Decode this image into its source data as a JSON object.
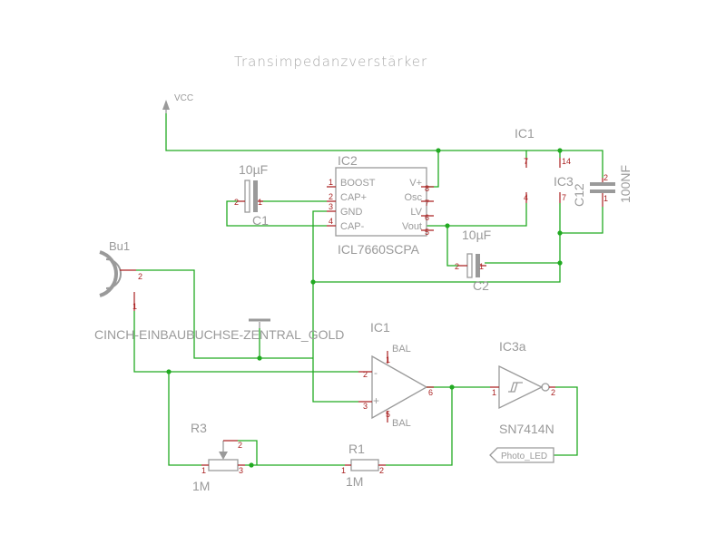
{
  "title": "Transimpedanzverstärker",
  "supply": {
    "label": "VCC"
  },
  "connector": {
    "ref": "Bu1",
    "value": "CINCH-EINBAUBUCHSE-ZENTRAL_GOLD",
    "pins": [
      "2",
      "1"
    ]
  },
  "ic2": {
    "ref": "IC2",
    "value": "ICL7660SCPA",
    "left_pins": [
      {
        "num": "1",
        "name": "BOOST"
      },
      {
        "num": "2",
        "name": "CAP+"
      },
      {
        "num": "3",
        "name": "GND"
      },
      {
        "num": "4",
        "name": "CAP-"
      }
    ],
    "right_pins": [
      {
        "num": "8",
        "name": "V+"
      },
      {
        "num": "7",
        "name": "Osc"
      },
      {
        "num": "6",
        "name": "LV"
      },
      {
        "num": "5",
        "name": "Vout"
      }
    ]
  },
  "c1": {
    "ref": "C1",
    "value": "10µF",
    "pins": [
      "2",
      "1"
    ]
  },
  "c2": {
    "ref": "C2",
    "value": "10µF",
    "pins": [
      "2",
      "1"
    ]
  },
  "c12": {
    "ref": "C12",
    "value": "100NF",
    "pins": [
      "2",
      "1"
    ]
  },
  "ic1_power": {
    "ref": "IC1",
    "pins": [
      "7",
      "4"
    ]
  },
  "ic3_power": {
    "ref": "IC3",
    "pins": [
      "14",
      "7"
    ]
  },
  "opamp": {
    "ref": "IC1",
    "bal_top": "BAL",
    "bal_bottom": "BAL",
    "pins": [
      "2",
      "3",
      "6",
      "1",
      "5"
    ],
    "minus": "-",
    "plus": "+"
  },
  "schmitt": {
    "ref": "IC3a",
    "value": "SN7414N",
    "pins": [
      "1",
      "2"
    ]
  },
  "r3": {
    "ref": "R3",
    "value": "1M",
    "pins": [
      "1",
      "3",
      "2"
    ]
  },
  "r1": {
    "ref": "R1",
    "value": "1M",
    "pins": [
      "1",
      "2"
    ]
  },
  "net_label": {
    "name": "Photo_LED"
  },
  "colors": {
    "wire": "#22aa22",
    "body": "#9a9a9a",
    "pin": "#aa2222"
  }
}
